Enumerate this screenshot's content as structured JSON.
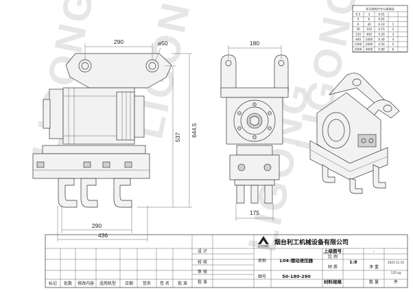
{
  "watermark": "LIGONG",
  "tolerance_table": {
    "title": "未注线性尺寸公差保证",
    "rows": [
      [
        "0.5",
        "3",
        "0.05"
      ],
      [
        "3",
        "6",
        "0.05"
      ],
      [
        "6",
        "30",
        "0.10"
      ],
      [
        "30",
        "120",
        "0.15"
      ],
      [
        "120",
        "400",
        "0.20"
      ],
      [
        "400",
        "1000",
        "0.30"
      ],
      [
        "1000",
        "2000",
        "0.50"
      ],
      [
        "2000",
        "4000",
        "0.80"
      ]
    ],
    "index": [
      "1",
      "2",
      "3",
      "4",
      "5",
      "6"
    ]
  },
  "dimensions": {
    "front_top_width": "290",
    "pin_dia": "⌀50",
    "height_537": "537",
    "height_6445": "644.5",
    "front_bottom_290": "290",
    "front_bottom_436": "436",
    "side_top_180": "180",
    "side_bottom_175": "175"
  },
  "title_block": {
    "company": "烟台利工机械设备有限公司",
    "logo_text": "LIGONG",
    "row_labels": [
      "设 计",
      "校 核",
      "审 核",
      "批 准"
    ],
    "name_label": "名称",
    "product_name": "L04-摆动液压器",
    "drawing_no_label": "图号",
    "drawing_no": "50-180-290",
    "upper_no_label": "上级图号",
    "upper_no_value": "-",
    "scale_label": "比 例",
    "scale_value": "1:8",
    "date_value": "2023.11.10",
    "material_label": "材 质",
    "weight_label": "净 重",
    "weight_value": "135 kg",
    "spec_label": "材料规格",
    "qty_label": "数 量",
    "qty_value": "件",
    "revision_headers": [
      "标记",
      "处数",
      "修改内容",
      "适用机型",
      "日期",
      "签名",
      "签 名",
      "批 准"
    ]
  },
  "colors": {
    "line": "#333333",
    "watermark": "#c9c9c9"
  }
}
